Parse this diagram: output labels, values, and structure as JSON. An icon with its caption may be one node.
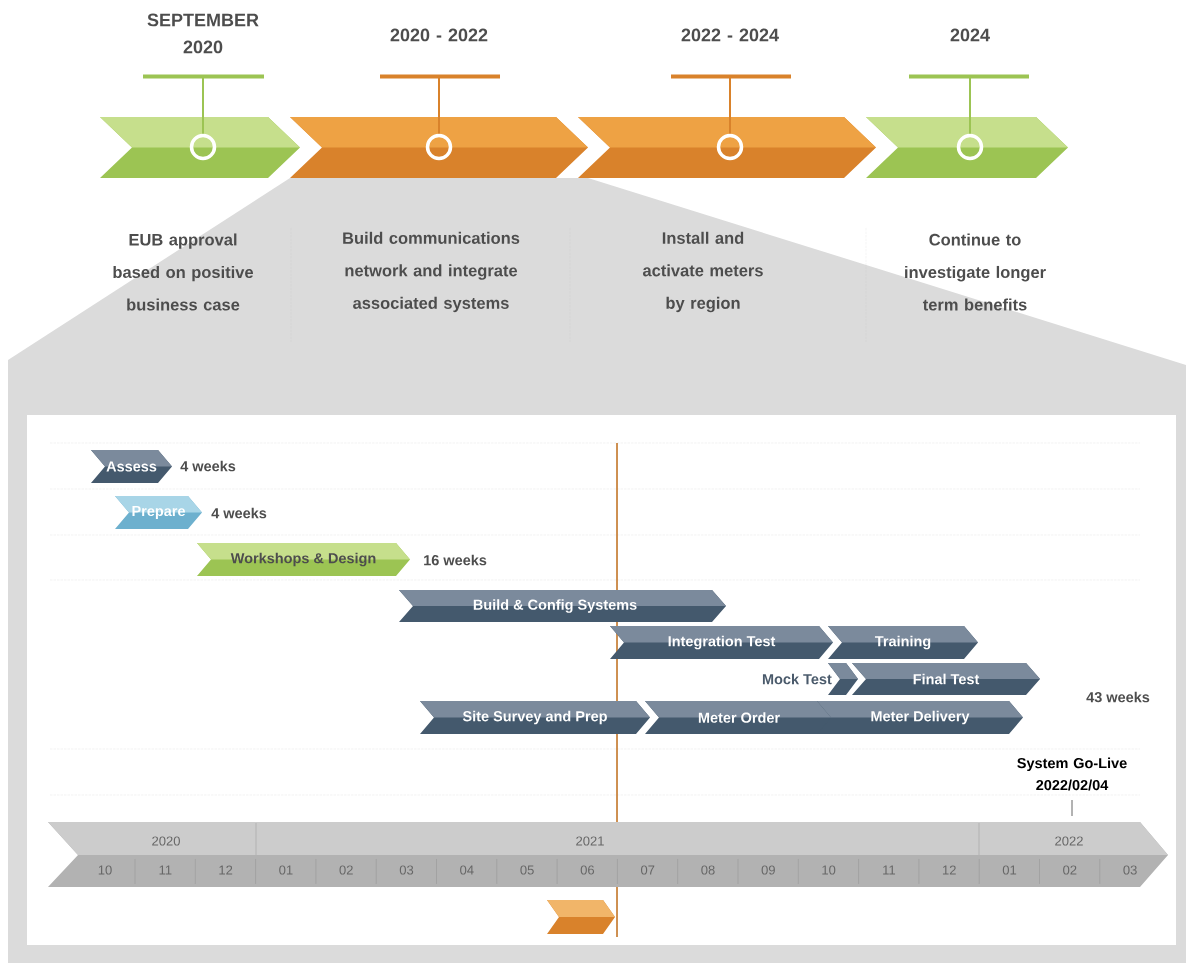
{
  "diagram": {
    "nodes": [
      {
        "text": [
          "SEPTEMBER 2020",
          "EUB approval based on positive business case"
        ]
      },
      {
        "text": [
          "2020 - 2022",
          "Build communications network and integrate associated systems"
        ]
      },
      {
        "text": [
          "2022 - 2024",
          "Install and activate meters by region"
        ]
      },
      {
        "text": [
          "2024",
          "Continue to investigate longer term benefits"
        ]
      },
      {
        "text": [
          "Assess"
        ],
        "beside": [
          "4 weeks"
        ]
      },
      {
        "text": [
          "Prepare"
        ],
        "beside": [
          "4 weeks"
        ]
      },
      {
        "text": [
          "Workshops & Design"
        ],
        "beside": [
          "16 weeks"
        ]
      },
      {
        "text": [
          "Build & Config Systems"
        ]
      },
      {
        "text": [
          "Integration Test"
        ]
      },
      {
        "text": [
          "Training"
        ]
      },
      {
        "text": [
          "Mock Test"
        ]
      },
      {
        "text": [
          "Final Test"
        ]
      },
      {
        "text": [
          "Site Survey and Prep"
        ]
      },
      {
        "text": [
          "Meter Order"
        ]
      },
      {
        "text": [
          "Meter Delivery"
        ]
      }
    ],
    "labels": [
      "43 weeks",
      "System Go-Live 2022/02/04",
      "2020",
      "2021",
      "2022",
      "10",
      "11",
      "12",
      "01",
      "02",
      "03",
      "04",
      "05",
      "06",
      "07",
      "08",
      "09",
      "10",
      "11",
      "12",
      "01",
      "02",
      "03"
    ]
  }
}
